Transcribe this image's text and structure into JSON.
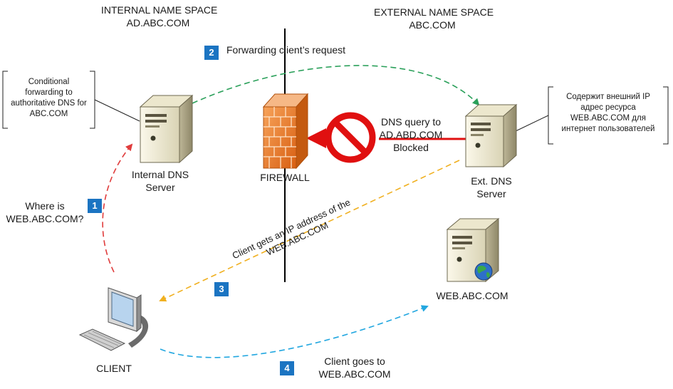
{
  "internal_space": {
    "title": "INTERNAL NAME SPACE",
    "domain": "AD.ABC.COM"
  },
  "external_space": {
    "title": "EXTERNAL NAME SPACE",
    "domain": "ABC.COM"
  },
  "steps": [
    {
      "number": "1",
      "text": [
        "Where is",
        "WEB.ABC.COM?"
      ]
    },
    {
      "number": "2",
      "text": [
        "Forwarding client’s request"
      ]
    },
    {
      "number": "3",
      "text": [
        "Client gets an IP address of the",
        "WEB.ABC.COM"
      ]
    },
    {
      "number": "4",
      "text": [
        "Client goes to",
        "WEB.ABC.COM"
      ]
    }
  ],
  "internal_dns": {
    "label": [
      "Internal DNS",
      "Server"
    ]
  },
  "external_dns": {
    "label": [
      "Ext. DNS",
      "Server"
    ]
  },
  "web_server": {
    "label": "WEB.ABC.COM"
  },
  "client": {
    "label": "CLIENT"
  },
  "firewall": {
    "label": "FIREWALL"
  },
  "blocked_query": {
    "text": [
      "DNS query to",
      "AD.ABD.COM",
      "Blocked"
    ]
  },
  "note_internal": {
    "text": [
      "Conditional",
      "forwarding to",
      "authoritative DNS for",
      "ABC.COM"
    ]
  },
  "note_external": {
    "text": [
      "Содержит внешний IP",
      "адрес ресурса",
      "WEB.ABC.COM для",
      "интернет пользователей"
    ]
  },
  "colors": {
    "step_badge": "#1b74c2",
    "arrow_step1": "#e03c3c",
    "arrow_step2": "#2aa05a",
    "arrow_step3": "#f0b020",
    "arrow_step4": "#22a7e0",
    "blocked_arrow": "#e01010",
    "firewall_brick": "#e8761e"
  }
}
